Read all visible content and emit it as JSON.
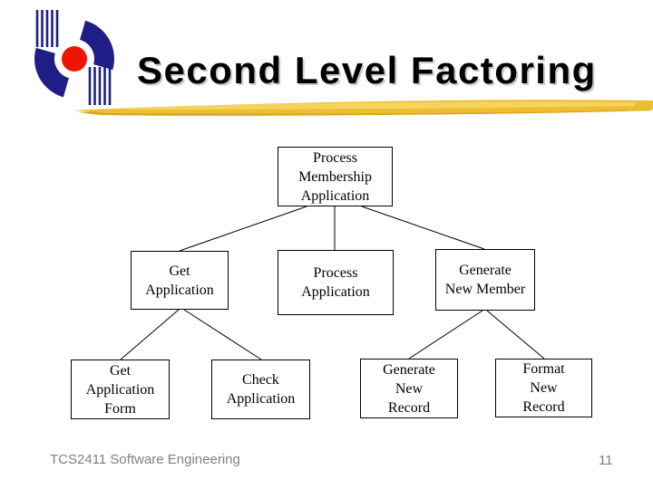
{
  "slide": {
    "title": "Second Level Factoring",
    "footer": "TCS2411 Software Engineering",
    "page_number": "11"
  },
  "colors": {
    "title_text": "#000000",
    "footer_text": "#7f7f7f",
    "box_border": "#000000",
    "box_text": "#000000",
    "logo_navy": "#1e1e86",
    "logo_red": "#ee1506",
    "stripe_main": "#edbd33",
    "stripe_light": "#f6d45c",
    "stripe_dark": "#d8a51f"
  },
  "diagram": {
    "type": "hierarchy-tree",
    "nodes": {
      "root": {
        "label": "Process\nMembership\nApplication"
      },
      "get_application": {
        "label": "Get\nApplication"
      },
      "process_application": {
        "label": "Process\nApplication"
      },
      "generate_new_member": {
        "label": "Generate\nNew Member"
      },
      "get_application_form": {
        "label": "Get\nApplication\nForm"
      },
      "check_application": {
        "label": "Check\nApplication"
      },
      "generate_new_record": {
        "label": "Generate\nNew\nRecord"
      },
      "format_new_record": {
        "label": "Format\nNew\nRecord"
      }
    },
    "edges": [
      {
        "from": "root",
        "to": "get_application"
      },
      {
        "from": "root",
        "to": "process_application"
      },
      {
        "from": "root",
        "to": "generate_new_member"
      },
      {
        "from": "get_application",
        "to": "get_application_form"
      },
      {
        "from": "get_application",
        "to": "check_application"
      },
      {
        "from": "generate_new_member",
        "to": "generate_new_record"
      },
      {
        "from": "generate_new_member",
        "to": "format_new_record"
      }
    ]
  }
}
